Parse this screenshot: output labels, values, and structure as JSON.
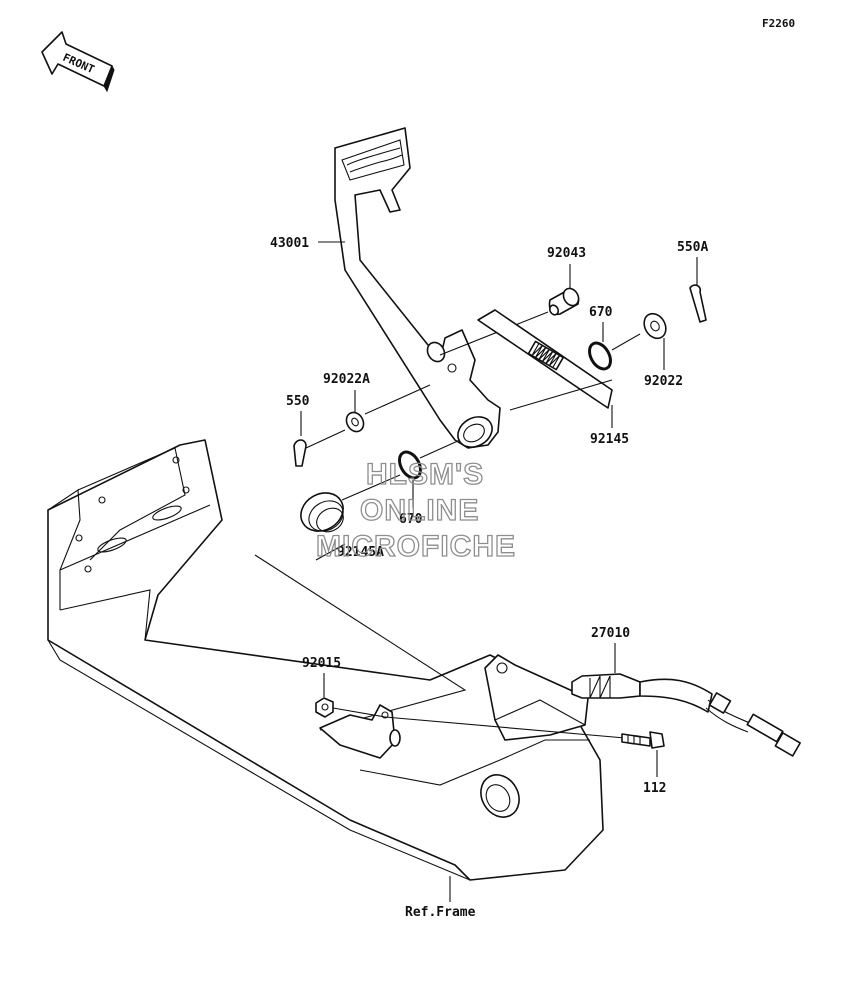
{
  "diagram_code": "F2260",
  "front_arrow_label": "FRONT",
  "watermark": [
    "HLSM'S",
    "ONLINE",
    "MICROFICHE"
  ],
  "parts": [
    {
      "key": "pedal",
      "number": "43001"
    },
    {
      "key": "pivot_bolt",
      "number": "92043"
    },
    {
      "key": "cotter_pin_a",
      "number": "550A"
    },
    {
      "key": "oring_upper",
      "number": "670"
    },
    {
      "key": "washer_right",
      "number": "92022"
    },
    {
      "key": "washer_left",
      "number": "92022A"
    },
    {
      "key": "cotter_pin",
      "number": "550"
    },
    {
      "key": "spring",
      "number": "92145"
    },
    {
      "key": "oring_lower",
      "number": "670"
    },
    {
      "key": "spring_a",
      "number": "92145A"
    },
    {
      "key": "switch",
      "number": "27010"
    },
    {
      "key": "nut",
      "number": "92015"
    },
    {
      "key": "bolt",
      "number": "112"
    },
    {
      "key": "frame",
      "number": "Ref.Frame"
    }
  ],
  "colors": {
    "line": "#111111",
    "watermark": "#8e8e8e",
    "background": "#ffffff"
  }
}
